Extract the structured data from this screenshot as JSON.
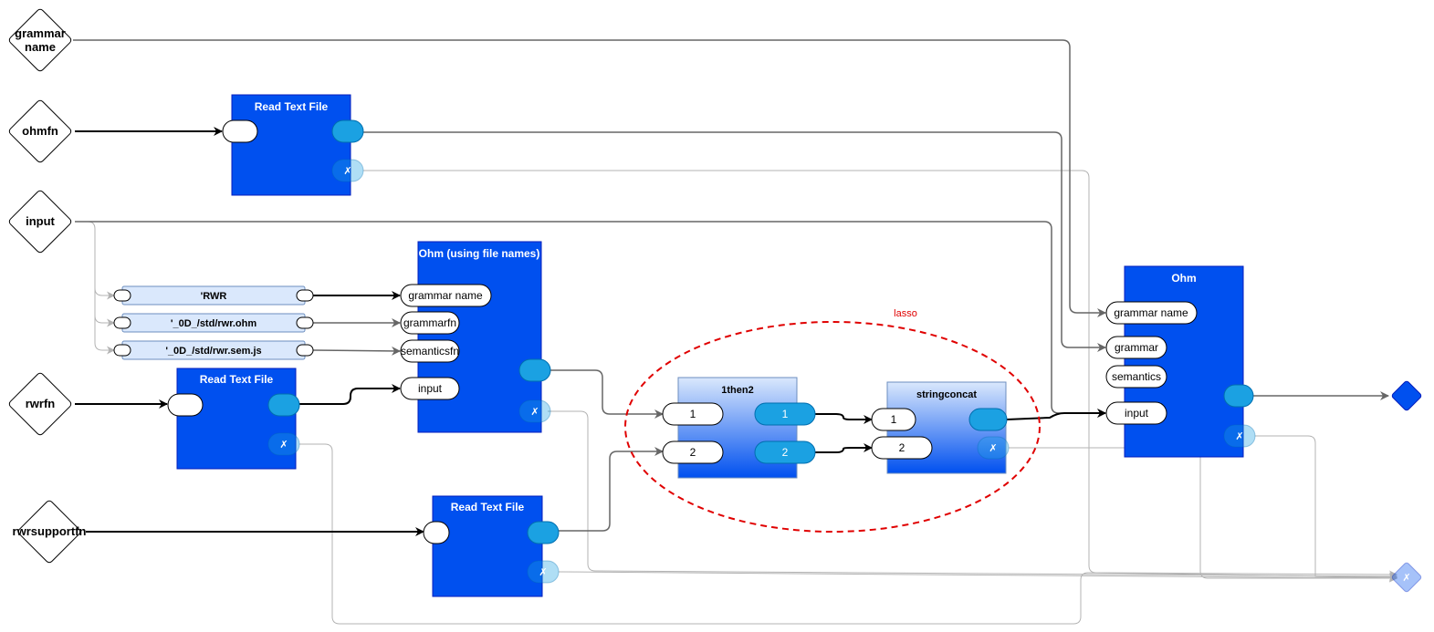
{
  "inputs": {
    "grammar_name": [
      "grammar",
      "name"
    ],
    "ohmfn": "ohmfn",
    "input": "input",
    "rwrfn": "rwrfn",
    "rwrsupportfn": "rwrsupportfn"
  },
  "constants": {
    "rwr": "'RWR",
    "ohm_path": "'_0D_/std/rwr.ohm",
    "sem_path": "'_0D_/std/rwr.sem.js"
  },
  "read_file_1": {
    "title": "Read Text File",
    "error": "✗"
  },
  "read_file_2": {
    "title": "Read Text File",
    "error": "✗"
  },
  "read_file_3": {
    "title": "Read Text File",
    "error": "✗"
  },
  "ohm_files": {
    "title": "Ohm (using file names)",
    "ports": [
      "grammar name",
      "grammarfn",
      "semanticsfn",
      "input"
    ],
    "error": "✗"
  },
  "one_then_two": {
    "title": "1then2",
    "inputs": [
      "1",
      "2"
    ],
    "outputs": [
      "1",
      "2"
    ]
  },
  "stringconcat": {
    "title": "stringconcat",
    "inputs": [
      "1",
      "2"
    ],
    "error": "✗"
  },
  "ohm": {
    "title": "Ohm",
    "ports": [
      "grammar name",
      "grammar",
      "semantics",
      "input"
    ],
    "error": "✗"
  },
  "lasso_label": "lasso",
  "outputs": {
    "error_mark": "✗"
  },
  "colors": {
    "box_blue": "#0050ef",
    "port_cyan": "#1ba1e2",
    "const_fill": "#dae8fc",
    "lasso": "#e00000",
    "wire_dark": "#000000",
    "wire_grey": "#666666",
    "wire_light": "#b3b3b3"
  }
}
